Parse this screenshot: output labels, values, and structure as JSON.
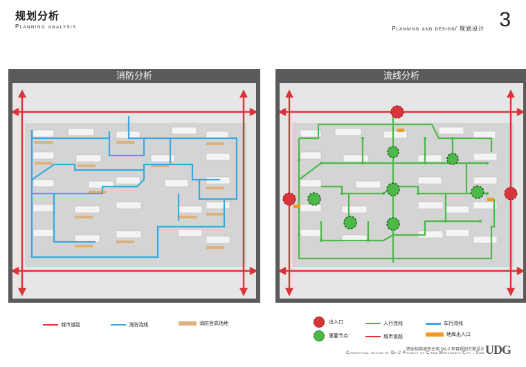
{
  "header": {
    "title": "规划分析",
    "subtitle": "Planning analysis",
    "right_text": "Planning and design/ 规划设计",
    "page_number": "3"
  },
  "panels": {
    "left_title": "消防分析",
    "right_title": "流线分析"
  },
  "legend": {
    "left": {
      "city_road": "城市道路",
      "fire_route": "消防流线",
      "fire_platform": "消防登高场地"
    },
    "right": {
      "entrance": "出入口",
      "pedestrian": "人行流线",
      "vehicle": "车行流线",
      "key_node": "重要节点",
      "city_road": "城市道路",
      "garage_entrance": "地库出入口"
    }
  },
  "footer": {
    "line1": "西安招商城市主场 DK-2 项目规划方案设计",
    "line2": "Conceptual design of Dk-2 Project of China Merchants City , Xian",
    "logo": "UDG"
  },
  "colors": {
    "city_road": "#d9343a",
    "fire_route": "#3aa8e0",
    "fire_platform": "#e0b07a",
    "pedestrian": "#4cb848",
    "vehicle": "#3aa8e0",
    "entrance": "#d9343a",
    "key_node": "#4cb848",
    "garage": "#f39a1e"
  }
}
